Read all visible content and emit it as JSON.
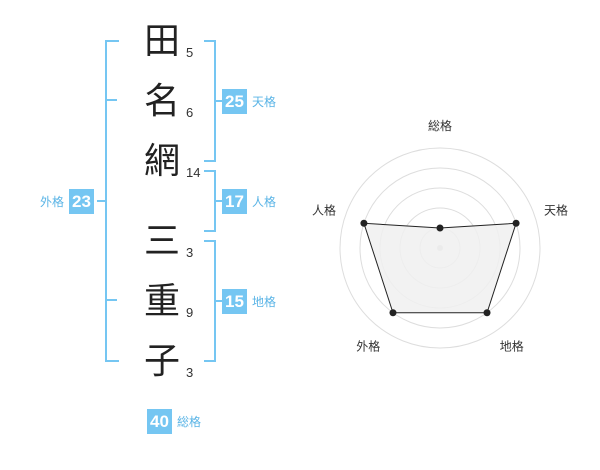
{
  "characters": [
    {
      "char": "田",
      "strokes": "5"
    },
    {
      "char": "名",
      "strokes": "6"
    },
    {
      "char": "網",
      "strokes": "14"
    },
    {
      "char": "三",
      "strokes": "3"
    },
    {
      "char": "重",
      "strokes": "9"
    },
    {
      "char": "子",
      "strokes": "3"
    }
  ],
  "scores": {
    "tenkaku": {
      "label": "天格",
      "value": "25"
    },
    "jinkaku": {
      "label": "人格",
      "value": "17"
    },
    "chikaku": {
      "label": "地格",
      "value": "15"
    },
    "gaikaku": {
      "label": "外格",
      "value": "23"
    },
    "soukaku": {
      "label": "総格",
      "value": "40"
    }
  },
  "chart_data": {
    "type": "radar",
    "axes": [
      "総格",
      "天格",
      "地格",
      "外格",
      "人格"
    ],
    "values": [
      1,
      4,
      4,
      4,
      4
    ],
    "max": 5,
    "rings": 5,
    "colors": {
      "fill": "#f0f0f0",
      "line": "#222222",
      "grid": "#dddddd",
      "center": "#cccccc"
    }
  }
}
